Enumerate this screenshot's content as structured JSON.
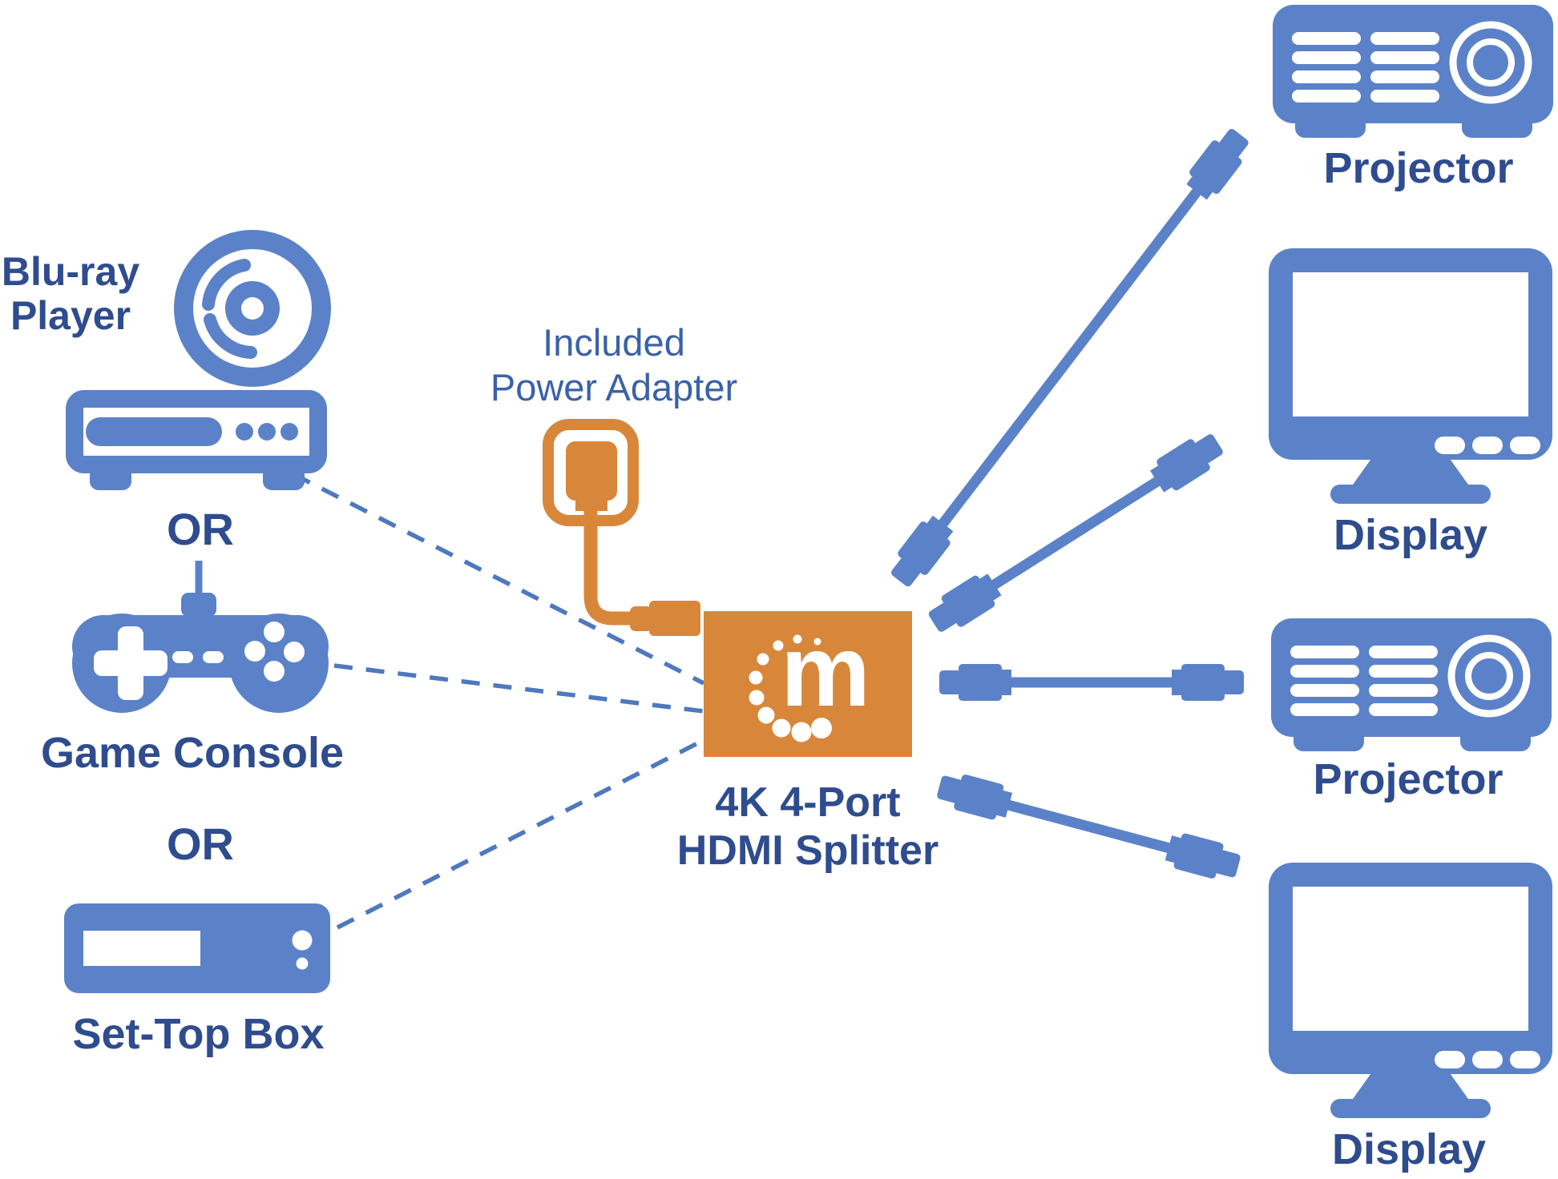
{
  "colors": {
    "device_blue": "#5b82c8",
    "label_navy": "#2e4c8e",
    "adapter_label_blue": "#3a62a8",
    "accent_orange": "#d8873a",
    "dashed_line_blue": "#4e78bf"
  },
  "sources": {
    "bluray": {
      "label_line1": "Blu-ray",
      "label_line2": "Player"
    },
    "or_first": "OR",
    "game_console": {
      "label": "Game Console"
    },
    "or_second": "OR",
    "set_top_box": {
      "label": "Set-Top Box"
    }
  },
  "power_adapter": {
    "label_line1": "Included",
    "label_line2": "Power Adapter"
  },
  "splitter": {
    "logo_letter": "m",
    "label_line1": "4K 4-Port",
    "label_line2": "HDMI Splitter"
  },
  "outputs": {
    "projector_top": {
      "label": "Projector"
    },
    "display_top": {
      "label": "Display"
    },
    "projector_bottom": {
      "label": "Projector"
    },
    "display_bottom": {
      "label": "Display"
    }
  },
  "icons": {
    "bluray_disc": "disc-icon",
    "bluray_player": "player-deck-icon",
    "game_console": "game-controller-icon",
    "set_top_box": "set-top-box-icon",
    "power_adapter": "power-plug-icon",
    "splitter": "splitter-box-icon",
    "logo": "manhattan-logo",
    "cable": "hdmi-cable-icon",
    "projector": "projector-icon",
    "display": "monitor-icon"
  }
}
